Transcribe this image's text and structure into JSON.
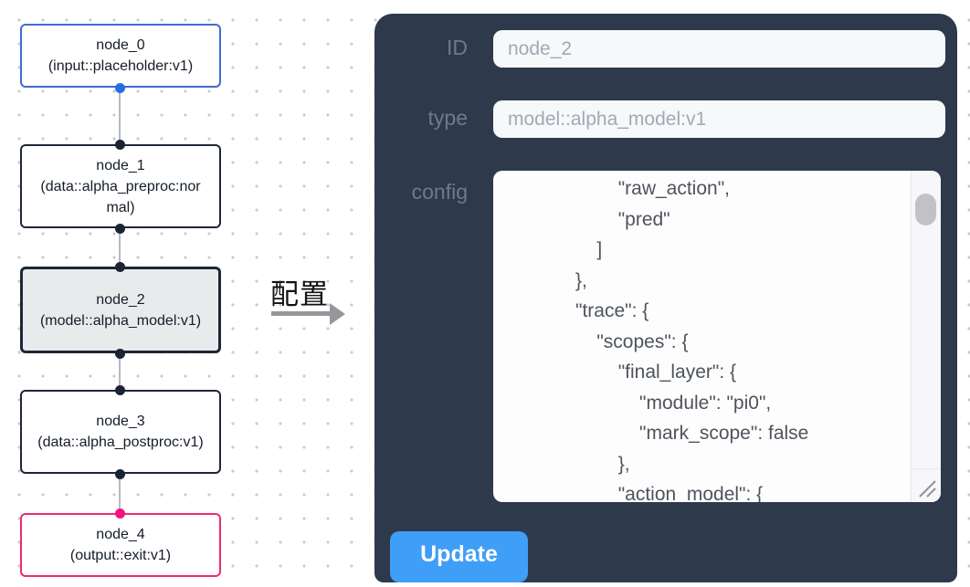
{
  "canvas": {
    "nodes": [
      {
        "title": "node_0",
        "subtitle": "(input::placeholder:v1)"
      },
      {
        "title": "node_1",
        "subtitle": "(data::alpha_preproc:normal)"
      },
      {
        "title": "node_2",
        "subtitle": "(model::alpha_model:v1)"
      },
      {
        "title": "node_3",
        "subtitle": "(data::alpha_postproc:v1)"
      },
      {
        "title": "node_4",
        "subtitle": "(output::exit:v1)"
      }
    ]
  },
  "transition": {
    "label": "配置"
  },
  "panel": {
    "id_field": {
      "label": "ID",
      "value": "node_2"
    },
    "type_field": {
      "label": "type",
      "value": "model::alpha_model:v1"
    },
    "config_field": {
      "label": "config",
      "value": "                    \"raw_action\",\n                    \"pred\"\n                ]\n            },\n            \"trace\": {\n                \"scopes\": {\n                    \"final_layer\": {\n                        \"module\": \"pi0\",\n                        \"mark_scope\": false\n                    },\n                    \"action_model\": {"
    },
    "update_button": "Update"
  },
  "colors": {
    "panel_bg": "#2e3a4b",
    "update_button_bg": "#3f9ef8",
    "selected_node_bg": "#e9eaec",
    "input_node_border": "#3e6cd2",
    "output_node_border": "#ee2a72",
    "blue_handle": "#2a6ce6",
    "pink_handle": "#f3137b"
  }
}
